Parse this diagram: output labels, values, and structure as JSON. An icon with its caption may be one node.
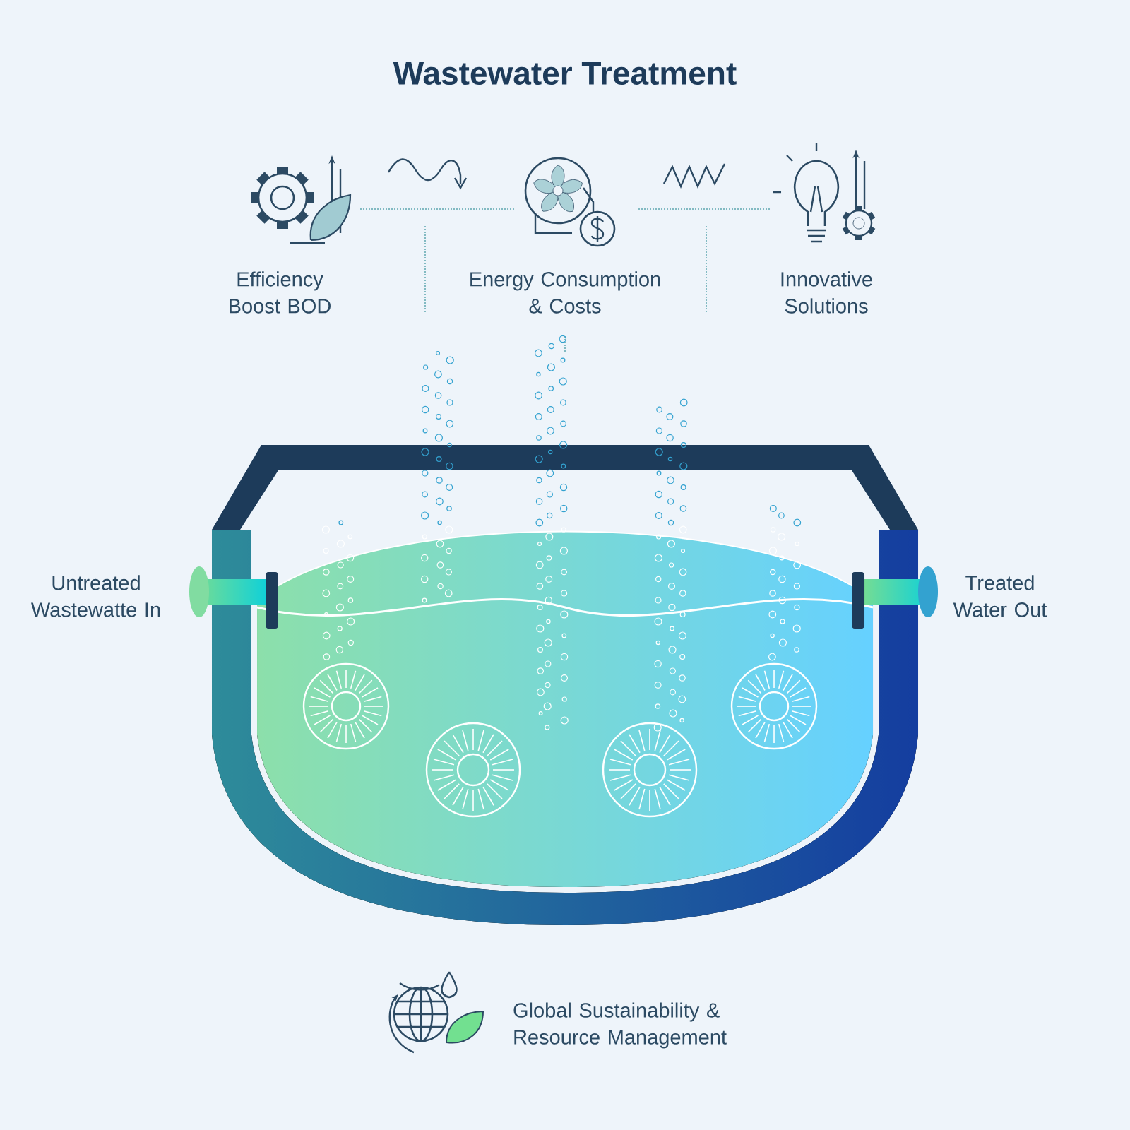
{
  "diagram": {
    "title": "Wastewater Treatment",
    "labels": [
      "Efficiency Boost BOD",
      "Energy Consumption & Costs",
      "Innovative Solutions",
      "Untreated Wastewatte In",
      "Treated Water Out",
      "Global Sustainability & Resource Management"
    ]
  }
}
